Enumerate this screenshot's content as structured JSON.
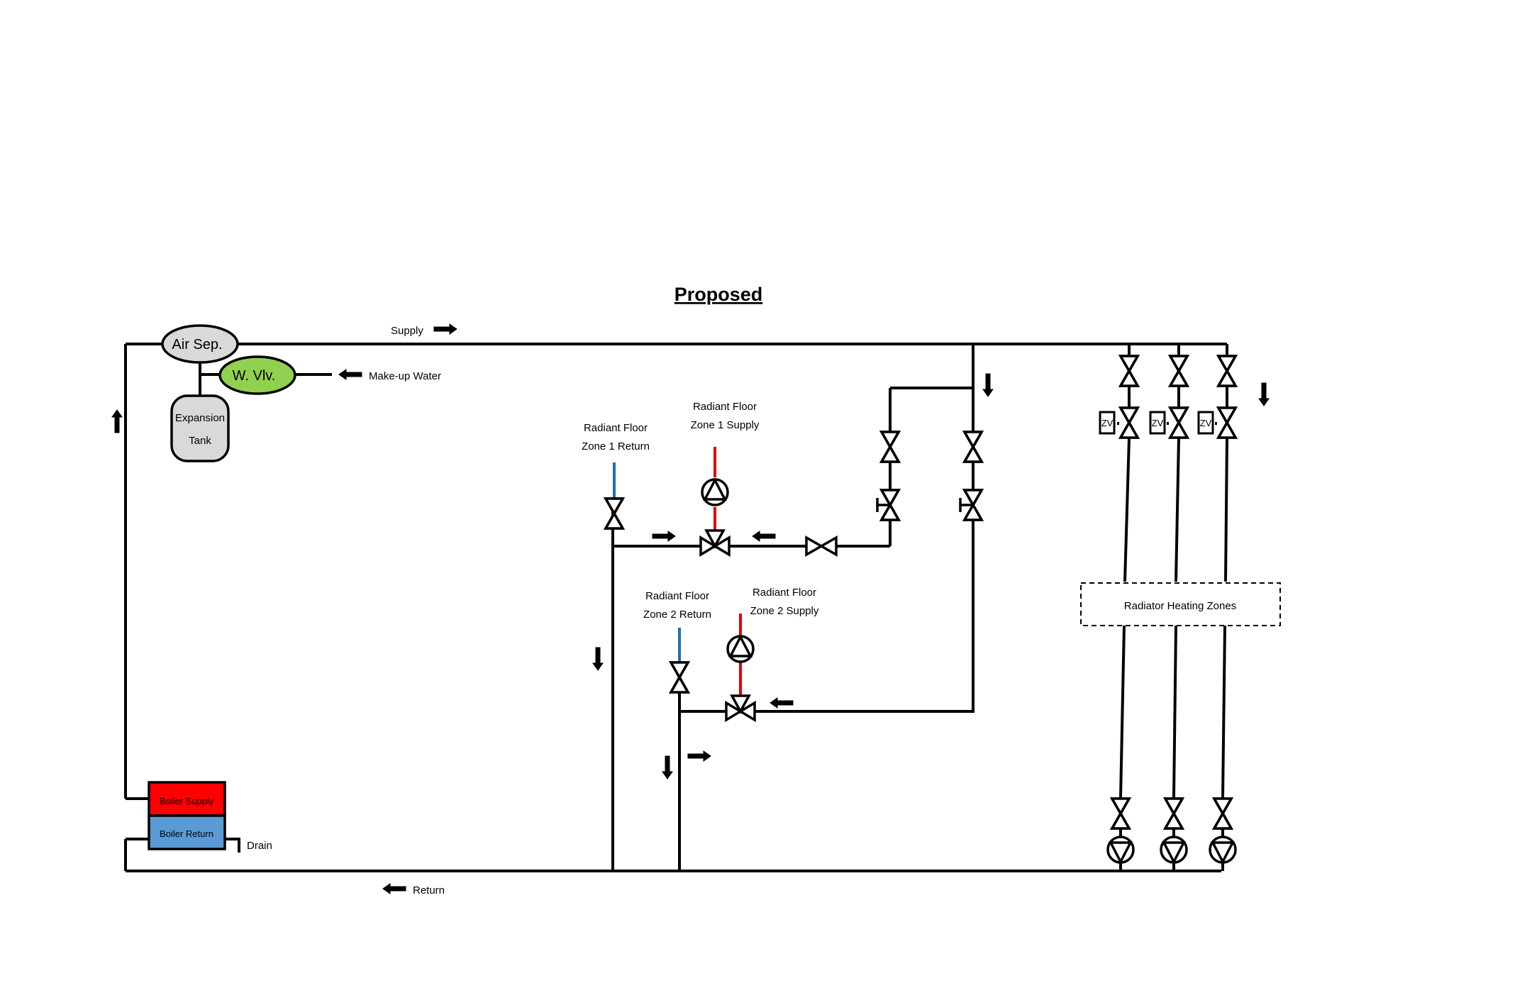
{
  "title": "Proposed",
  "labels": {
    "supply": "Supply",
    "return": "Return",
    "makeup_water": "Make-up Water",
    "drain": "Drain",
    "zone1_return": [
      "Radiant Floor",
      "Zone 1 Return"
    ],
    "zone1_supply": [
      "Radiant Floor",
      "Zone 1 Supply"
    ],
    "zone2_return": [
      "Radiant Floor",
      "Zone 2 Return"
    ],
    "zone2_supply": [
      "Radiant Floor",
      "Zone 2 Supply"
    ],
    "radiator_zones": "Radiator Heating Zones"
  },
  "components": {
    "air_separator": "Air Sep.",
    "water_valve": "W. Vlv.",
    "expansion_tank": [
      "Expansion",
      "Tank"
    ],
    "boiler_supply": "Boiler Supply",
    "boiler_return": "Boiler Return",
    "zone_valve": "ZV"
  },
  "colors": {
    "supply_line": "#e00000",
    "return_line": "#1f6fb4",
    "boiler_supply": "#ff0000",
    "boiler_return": "#5b9bd5",
    "water_valve": "#92d050",
    "air_separator": "#d9d9d9",
    "expansion_tank": "#d9d9d9"
  }
}
